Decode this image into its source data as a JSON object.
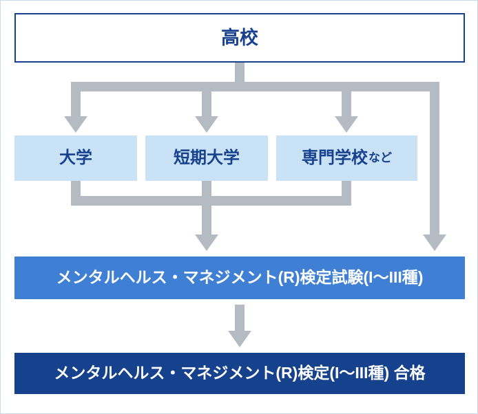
{
  "colors": {
    "navy": "#17418e",
    "lightblue": "#c9e2f6",
    "mediumblue": "#4080d4",
    "darkblue": "#16418c",
    "arrowgray": "#b5bbc3",
    "pageborder": "#c9d9ea"
  },
  "nodes": {
    "highschool": {
      "label": "高校"
    },
    "university": {
      "label": "大学"
    },
    "junior_college": {
      "label": "短期大学"
    },
    "vocational": {
      "label": "専門学校",
      "suffix": "など"
    },
    "exam": {
      "label": "メンタルヘルス・マネジメント(R)検定試験(I〜III種)"
    },
    "pass": {
      "label": "メンタルヘルス・マネジメント(R)検定(I〜III種) 合格"
    }
  }
}
